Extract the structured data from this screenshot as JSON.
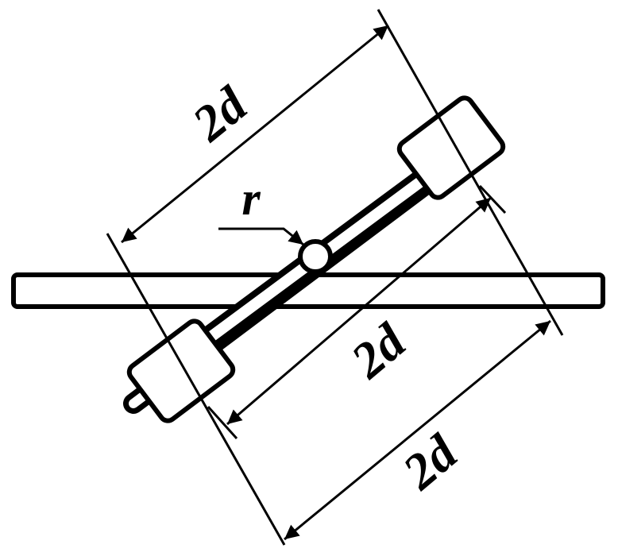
{
  "diagram": {
    "labels": {
      "dim_top": "2d",
      "dim_middle": "2d",
      "dim_bottom": "2d",
      "radius": "r"
    },
    "colors": {
      "stroke": "#000000",
      "fill": "#ffffff"
    }
  }
}
